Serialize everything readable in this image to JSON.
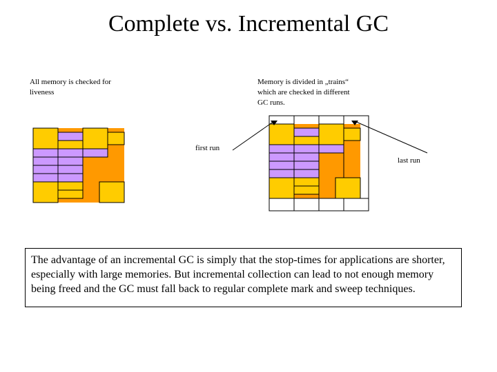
{
  "slide": {
    "title": "Complete vs. Incremental GC"
  },
  "captions": {
    "left": "All memory is checked for\nliveness",
    "right": "Memory is divided in „trains“\nwhich are checked in different\nGC runs."
  },
  "labels": {
    "first_run": "first run",
    "last_run": "last run"
  },
  "note": "The advantage of an incremental GC is simply that the stop-times for applications are shorter, especially with large memories. But incremental collection can lead to not enough memory being freed and the GC must fall back to regular complete mark and sweep techniques.",
  "colors": {
    "heap": "#ff9900",
    "object": "#ffcc00",
    "marked": "#cc99ff",
    "outline": "#000000"
  }
}
